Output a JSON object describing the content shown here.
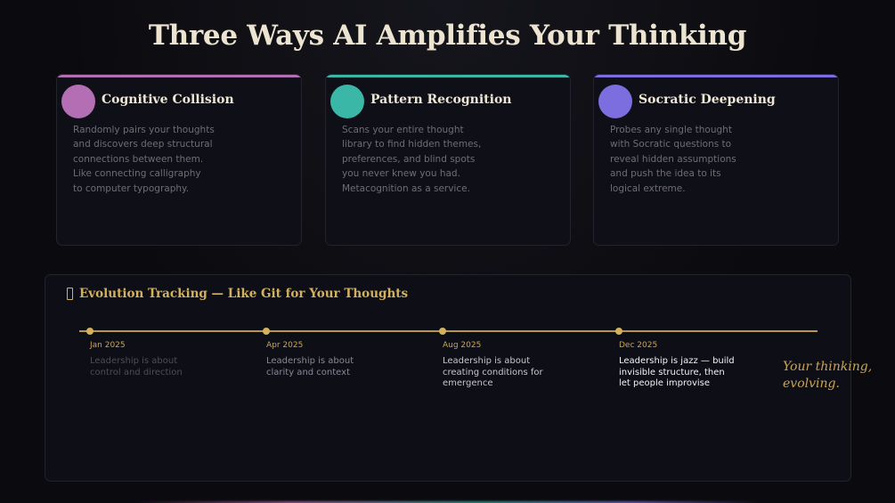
{
  "page": {
    "title": "Three Ways AI Amplifies Your Thinking"
  },
  "cards": [
    {
      "title": "Cognitive Collision",
      "accent": "#b46eb4",
      "lines": [
        "Randomly pairs your thoughts",
        "and discovers deep structural",
        "connections between them.",
        "Like connecting calligraphy",
        "to computer typography."
      ]
    },
    {
      "title": "Pattern Recognition",
      "accent": "#3bb7a8",
      "lines": [
        "Scans your entire thought",
        "library to find hidden themes,",
        "preferences, and blind spots",
        "you never knew you had.",
        "Metacognition as a service."
      ]
    },
    {
      "title": "Socratic Deepening",
      "accent": "#7d6ee0",
      "lines": [
        "Probes any single thought",
        "with Socratic questions to",
        "reveal hidden assumptions",
        "and push the idea to its",
        "logical extreme."
      ]
    }
  ],
  "evolution": {
    "title": "Evolution Tracking — Like Git for Your Thoughts",
    "icon": "bracket-icon",
    "milestones": [
      {
        "date": "Jan 2025",
        "lines": [
          "Leadership is about",
          "control and direction"
        ],
        "color": "#4f4c57"
      },
      {
        "date": "Apr 2025",
        "lines": [
          "Leadership is about",
          "clarity and context"
        ],
        "color": "#8a8795"
      },
      {
        "date": "Aug 2025",
        "lines": [
          "Leadership is about",
          "creating conditions for",
          "emergence"
        ],
        "color": "#c7c4cf"
      },
      {
        "date": "Dec 2025",
        "lines": [
          "Leadership is jazz — build",
          "invisible structure, then",
          "let people improvise"
        ],
        "color": "#f4f2f7"
      }
    ],
    "tagline_lines": [
      "Your thinking,",
      "evolving."
    ]
  },
  "colors": {
    "gold": "#d4b15c",
    "background": "#0b0b0f"
  }
}
